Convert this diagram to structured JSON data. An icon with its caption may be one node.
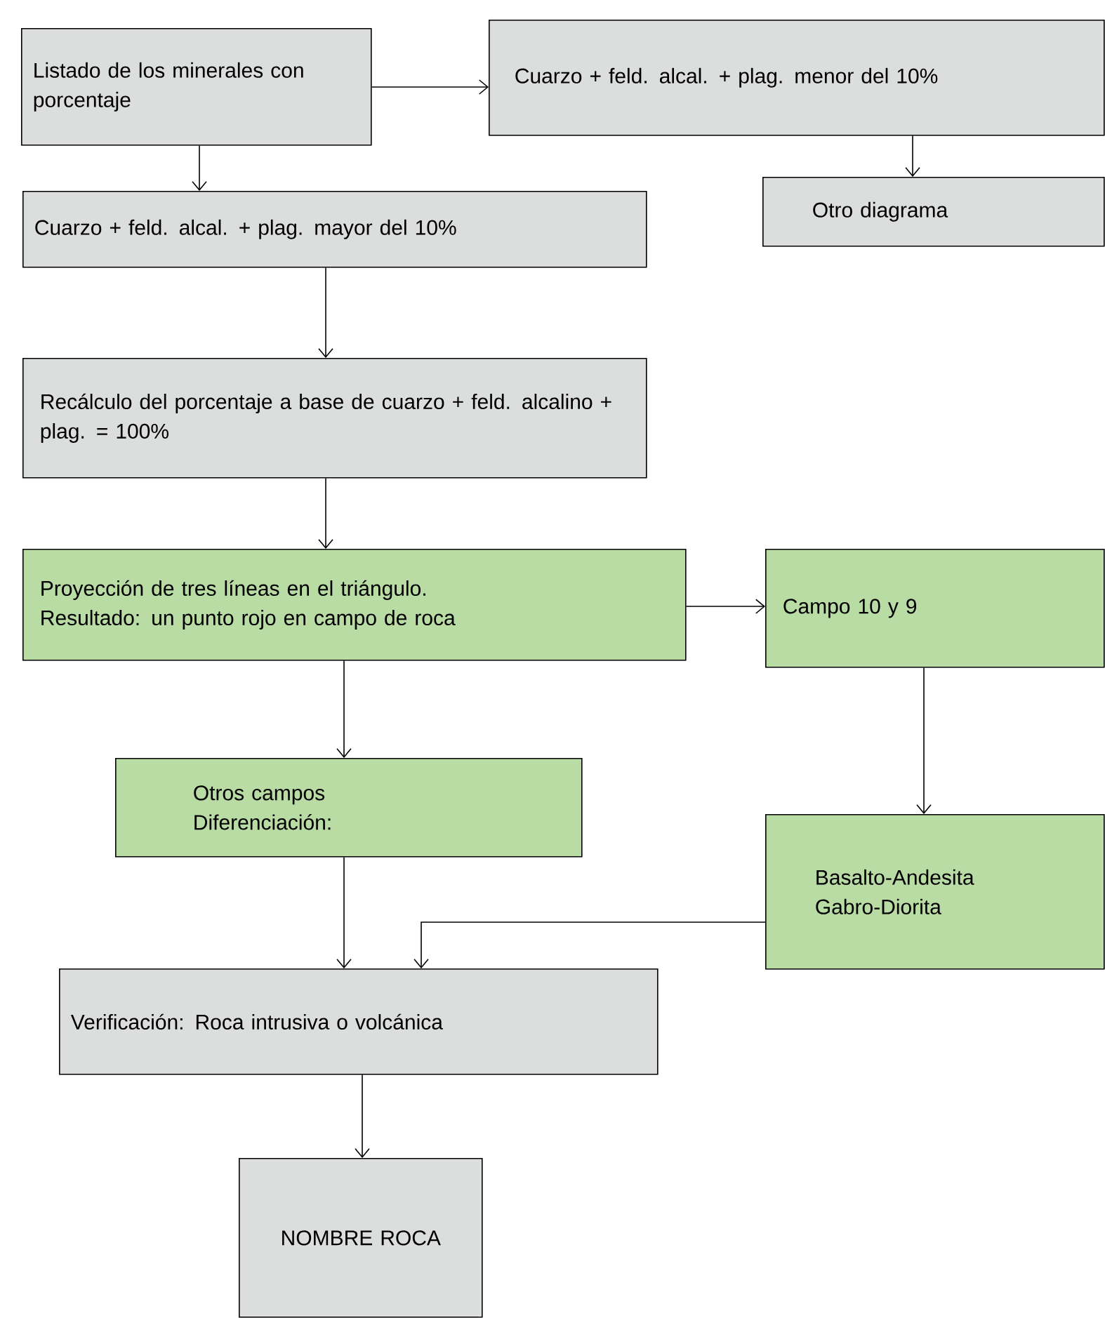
{
  "diagram": {
    "nodes": [
      {
        "text": [
          "Listado de los minerales con porcentaje"
        ]
      },
      {
        "text": [
          "Cuarzo + feld. alcal. + plag. menor del 10%"
        ]
      },
      {
        "text": [
          "Cuarzo + feld. alcal. + plag. mayor del 10%"
        ]
      },
      {
        "text": [
          "Otro diagrama"
        ]
      },
      {
        "text": [
          "Recálculo del porcentaje a base de cuarzo + feld. alcalino + plag. = 100%"
        ]
      },
      {
        "text": [
          "Proyección de tres líneas en el triángulo.",
          "Resultado: un punto rojo en campo de roca"
        ]
      },
      {
        "text": [
          "Campo 10 y 9"
        ]
      },
      {
        "text": [
          "Otros campos",
          "Diferenciación:"
        ]
      },
      {
        "text": [
          "Basalto-Andesita",
          "Gabro-Diorita"
        ]
      },
      {
        "text": [
          "Verificación: Roca intrusiva o volcánica"
        ]
      },
      {
        "text": [
          "NOMBRE ROCA"
        ]
      }
    ],
    "edges": [
      {
        "from": 0,
        "to": 1,
        "arrow": "to"
      },
      {
        "from": 0,
        "to": 2,
        "arrow": "to"
      },
      {
        "from": 1,
        "to": 3,
        "arrow": "to"
      },
      {
        "from": 2,
        "to": 4,
        "arrow": "to"
      },
      {
        "from": 4,
        "to": 5,
        "arrow": "to"
      },
      {
        "from": 5,
        "to": 6,
        "arrow": "to"
      },
      {
        "from": 5,
        "to": 7,
        "arrow": "to"
      },
      {
        "from": 6,
        "to": 8,
        "arrow": "to"
      },
      {
        "from": 7,
        "to": 9,
        "arrow": "to"
      },
      {
        "from": 8,
        "to": 9,
        "arrow": "to"
      },
      {
        "from": 9,
        "to": 10,
        "arrow": "to"
      }
    ]
  }
}
